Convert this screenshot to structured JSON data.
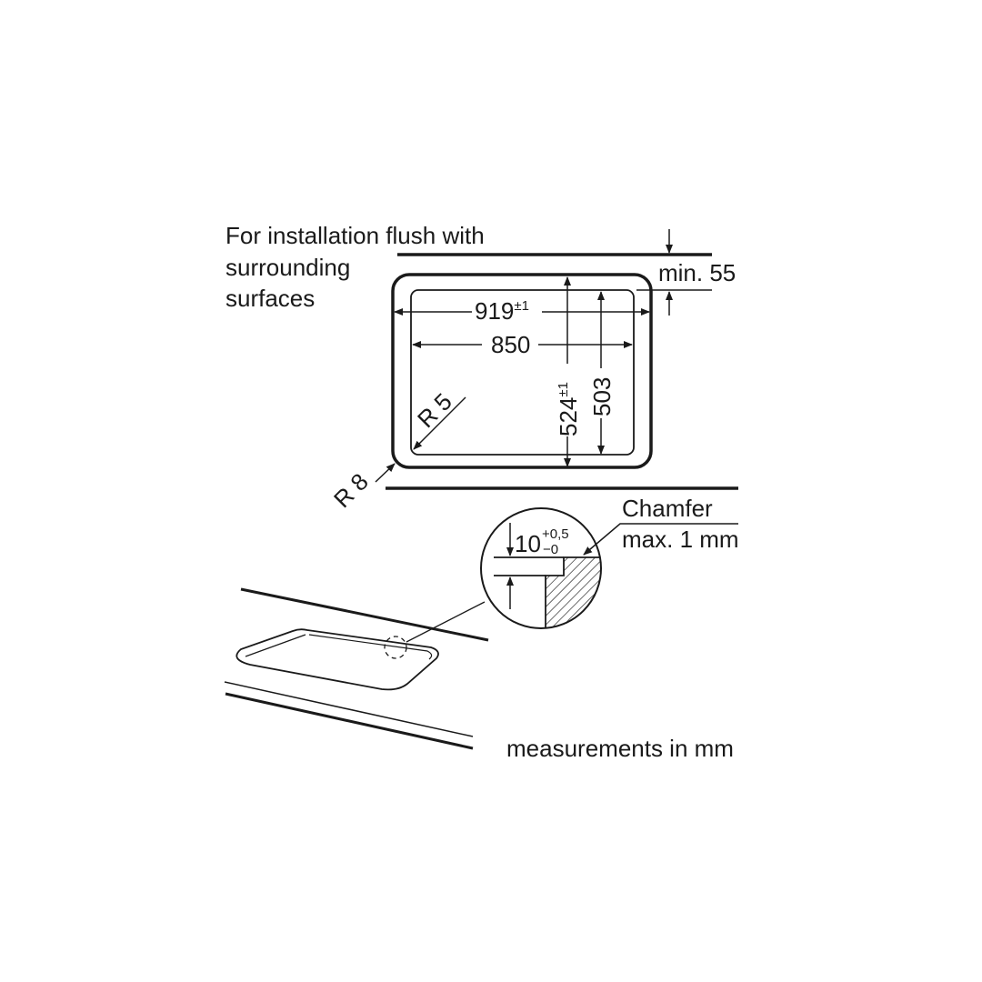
{
  "note": {
    "line1": "For installation flush with",
    "line2": "surrounding",
    "line3": "surfaces"
  },
  "dimensions": {
    "width_outer": "919",
    "width_outer_tol": "±1",
    "width_inner": "850",
    "depth_outer": "524",
    "depth_outer_tol": "±1",
    "depth_inner": "503",
    "radius_inner": "R 5",
    "radius_outer": "R 8",
    "min_distance": "min. 55"
  },
  "detail": {
    "depth": "10",
    "depth_tol_plus": "+0,5",
    "depth_tol_minus": "−0",
    "chamfer_label": "Chamfer",
    "chamfer_value": "max. 1 mm"
  },
  "units_note": "measurements in mm",
  "colors": {
    "line": "#1a1a1a",
    "background": "#ffffff"
  }
}
